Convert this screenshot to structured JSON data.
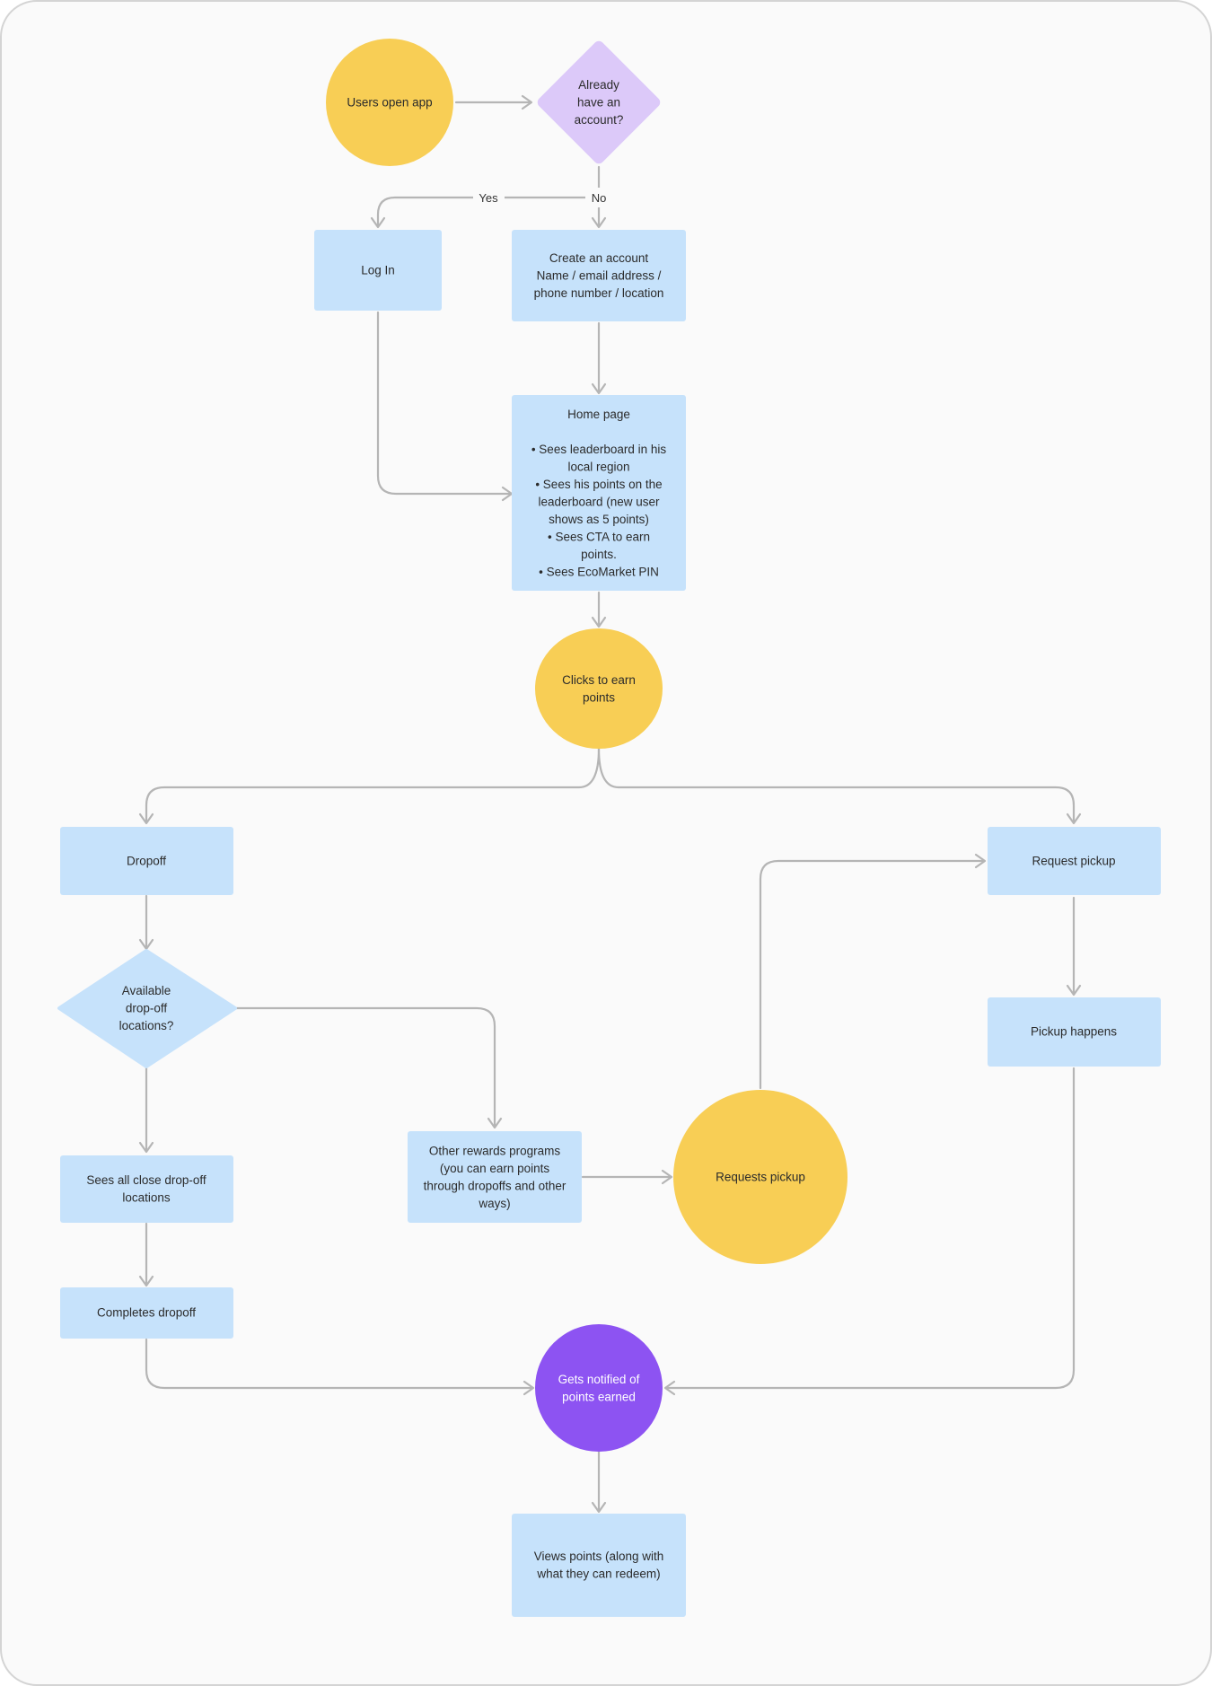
{
  "nodes": {
    "users_open_app": {
      "lines": [
        "Users open app"
      ]
    },
    "already_have_account": {
      "lines": [
        "Already",
        "have an",
        "account?"
      ]
    },
    "log_in": {
      "lines": [
        "Log In"
      ]
    },
    "create_account": {
      "lines": [
        "Create an account",
        "Name / email address /",
        "phone number / location"
      ]
    },
    "home_page": {
      "lines": [
        "Home page",
        "",
        "•  Sees leaderboard in his",
        "local region",
        "•  Sees his points on the",
        "leaderboard (new user",
        "shows as 5 points)",
        "•  Sees CTA to earn",
        "points.",
        "•  Sees EcoMarket PIN"
      ]
    },
    "clicks_to_earn": {
      "lines": [
        "Clicks to earn",
        "points"
      ]
    },
    "dropoff": {
      "lines": [
        "Dropoff"
      ]
    },
    "request_pickup": {
      "lines": [
        "Request pickup"
      ]
    },
    "available_dropoff": {
      "lines": [
        "Available",
        "drop-off",
        "locations?"
      ]
    },
    "pickup_happens": {
      "lines": [
        "Pickup happens"
      ]
    },
    "other_rewards": {
      "lines": [
        "Other rewards programs",
        "(you can earn points",
        "through dropoffs and other",
        "ways)"
      ]
    },
    "requests_pickup": {
      "lines": [
        "Requests pickup"
      ]
    },
    "sees_all_close": {
      "lines": [
        "Sees all close drop-off",
        "locations"
      ]
    },
    "completes_dropoff": {
      "lines": [
        "Completes dropoff"
      ]
    },
    "gets_notified": {
      "lines": [
        "Gets notified of",
        "points earned"
      ]
    },
    "views_points": {
      "lines": [
        "Views points (along with",
        "what they can redeem)"
      ]
    }
  },
  "edge_labels": {
    "yes": "Yes",
    "no": "No"
  },
  "colors": {
    "box": "#c6e2fb",
    "circle_yellow": "#f8ce55",
    "circle_purple": "#8d53f2",
    "diamond_purple": "#dcc9f9",
    "connector": "#b5b5b5"
  }
}
